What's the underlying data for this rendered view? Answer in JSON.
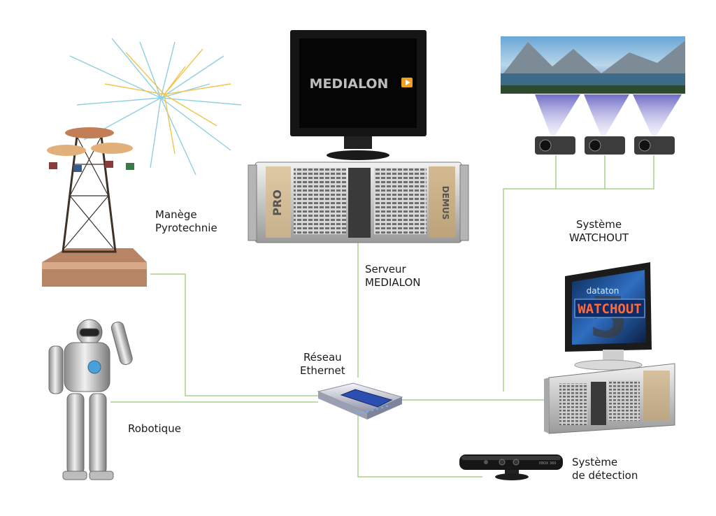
{
  "monitor_logo": "MEDIALON",
  "server_side_text_left": "PRO",
  "server_side_text_right": "DEMUS",
  "watchout_brand": "dataton",
  "watchout_screen_text": "WATCHOUT",
  "watchout_version": "5",
  "kinect_text": "XBOX 360",
  "labels": {
    "ride_pyro": [
      "Manège",
      "Pyrotechnie"
    ],
    "server": [
      "Serveur",
      "MEDIALON"
    ],
    "watchout": [
      "Système",
      "WATCHOUT"
    ],
    "network": [
      "Réseau",
      "Ethernet"
    ],
    "robotics": "Robotique",
    "detection": [
      "Système",
      "de détection"
    ]
  },
  "colors": {
    "connector": "#a9d18e",
    "accent_orange": "#f0a020",
    "watchout_blue": "#1e5aa8"
  }
}
